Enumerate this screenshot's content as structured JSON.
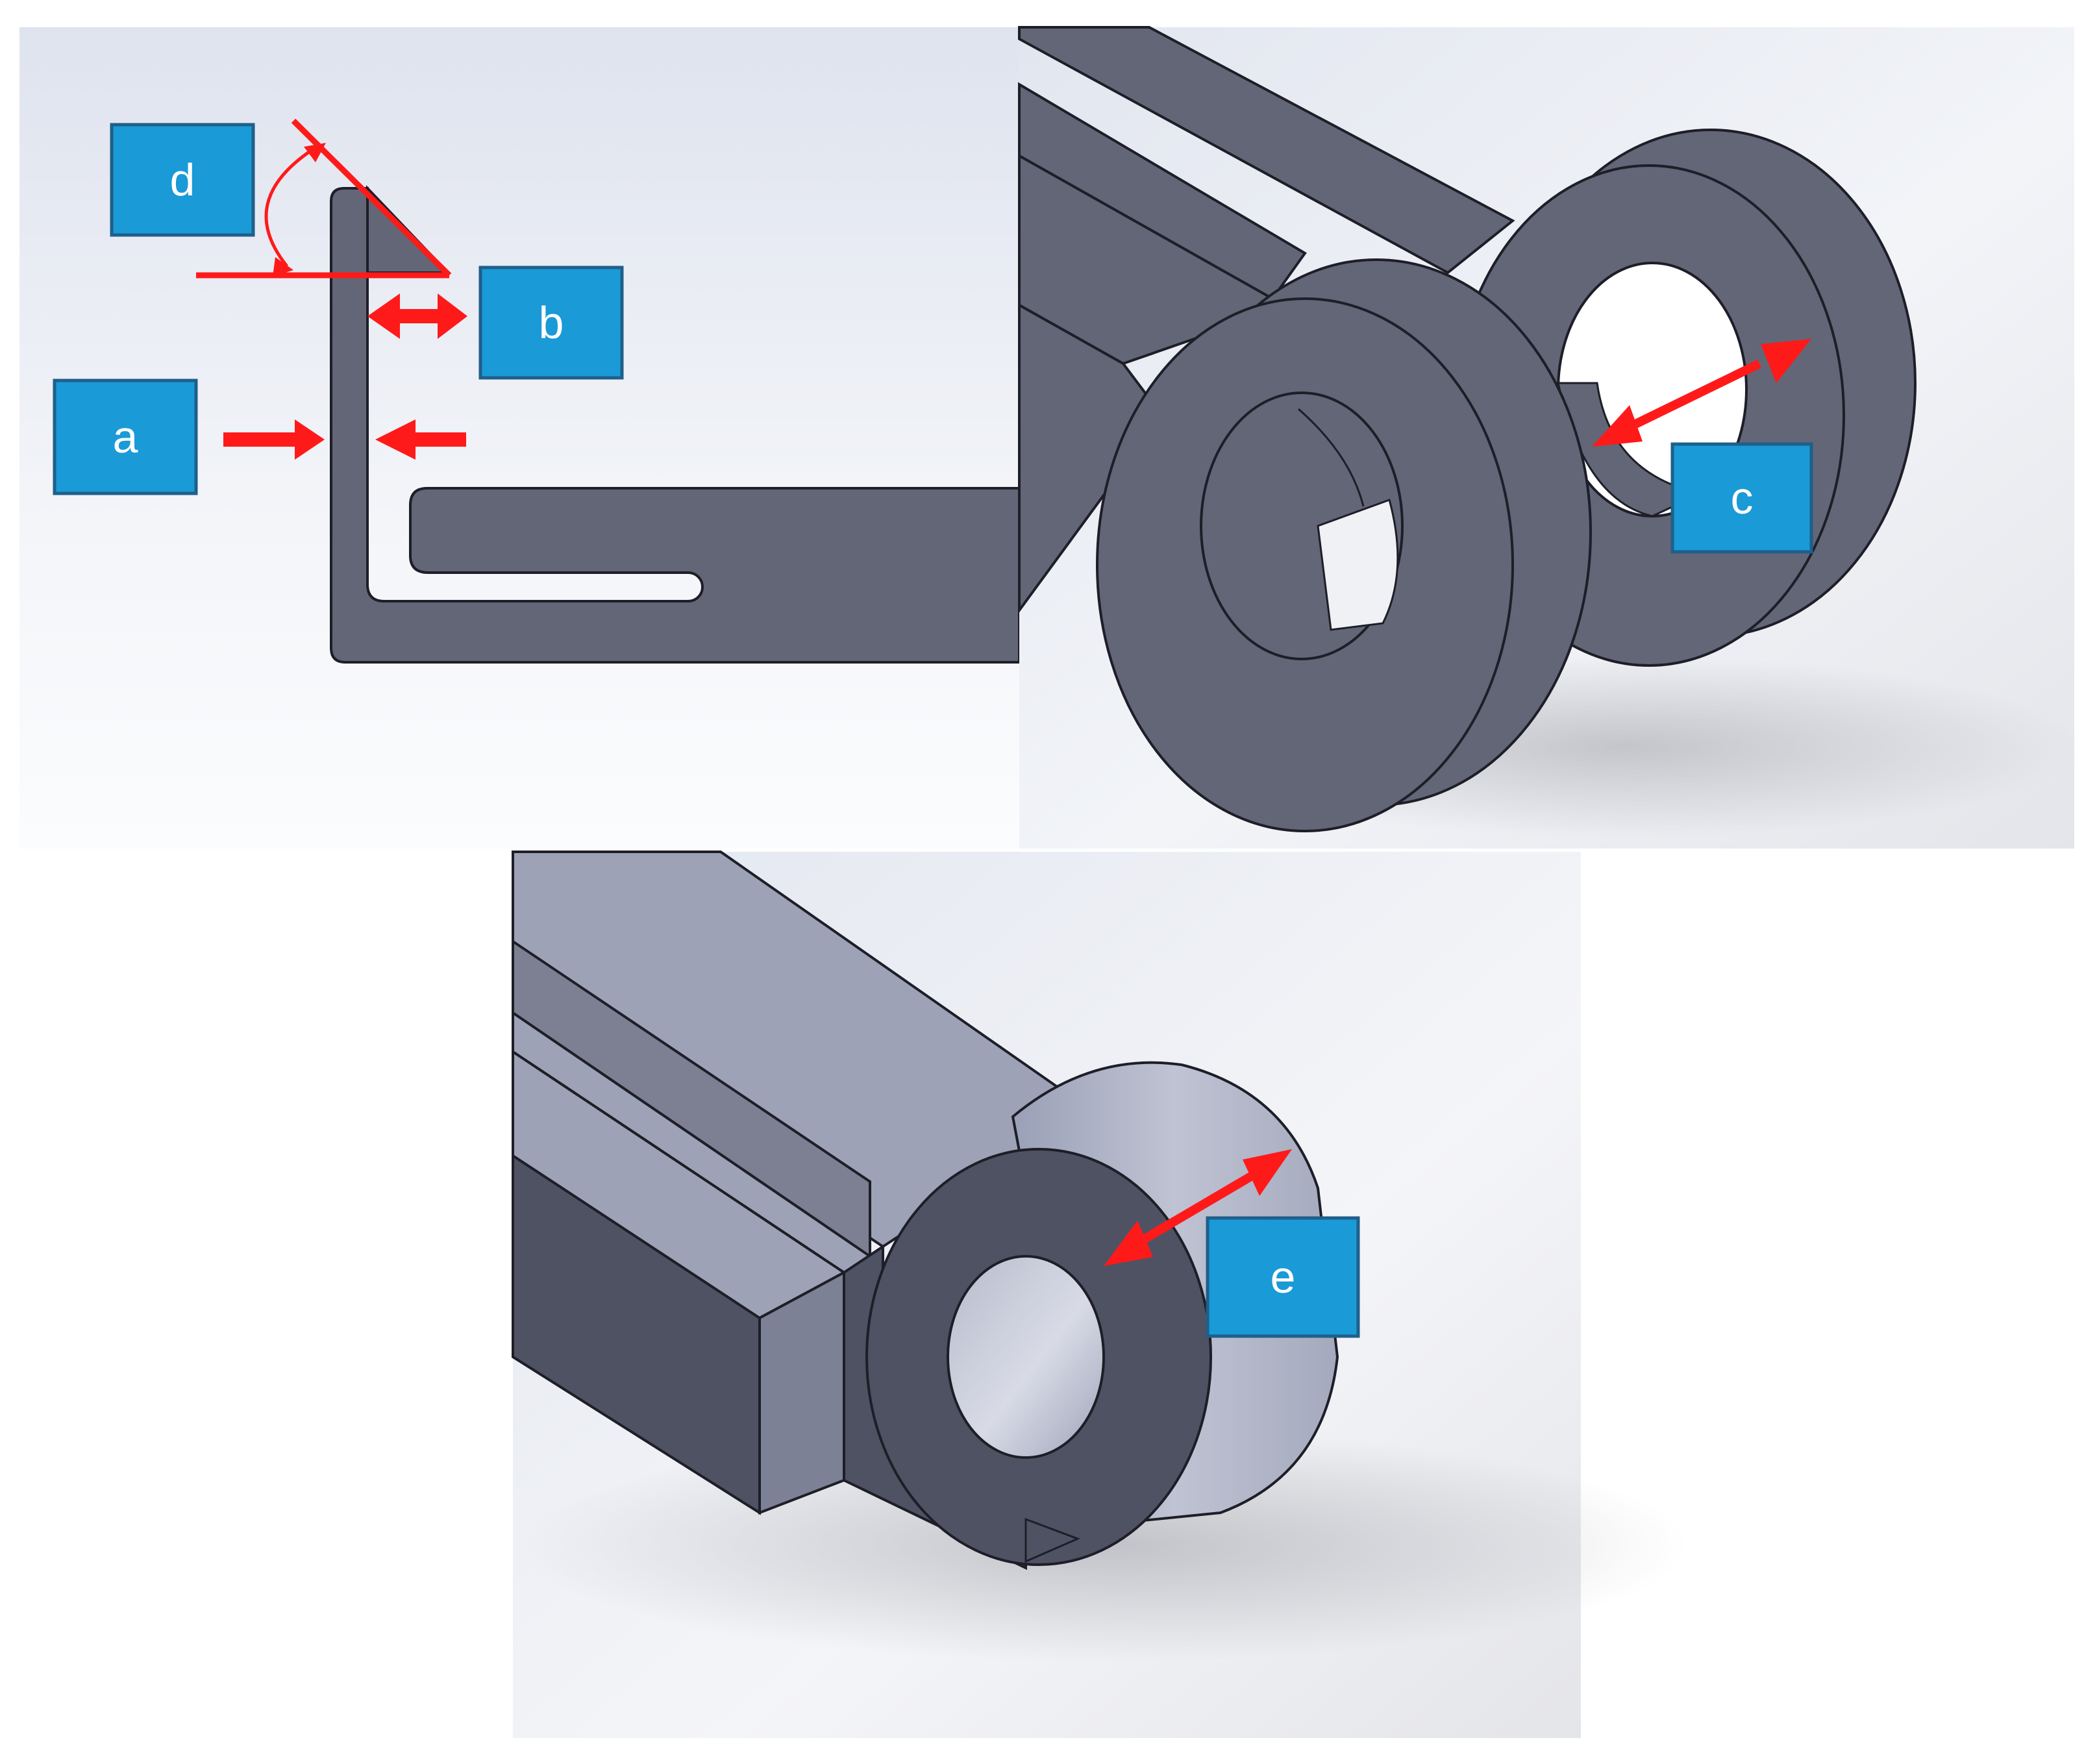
{
  "colors": {
    "label_box_fill": "#1a9ad6",
    "label_box_stroke": "#1f5f8a",
    "label_text": "#ffffff",
    "dimension_arrow": "#ff1a1a",
    "part_dark": "#626677",
    "part_bottom_face": "#9ea2b6",
    "outline": "#1e1e28",
    "background_light": "#f3f5f9"
  },
  "panels": [
    {
      "id": "top-left",
      "description_view": "side-profile"
    },
    {
      "id": "top-right",
      "description_view": "isometric-double-eye"
    },
    {
      "id": "bottom",
      "description_view": "isometric-single-eye"
    }
  ],
  "labels": {
    "a": "a",
    "b": "b",
    "c": "c",
    "d": "d",
    "e": "e"
  },
  "arrows": {
    "a": "inward-pair",
    "b": "double-headed",
    "c": "double-headed",
    "d": "curved-double-headed",
    "e": "double-headed"
  }
}
